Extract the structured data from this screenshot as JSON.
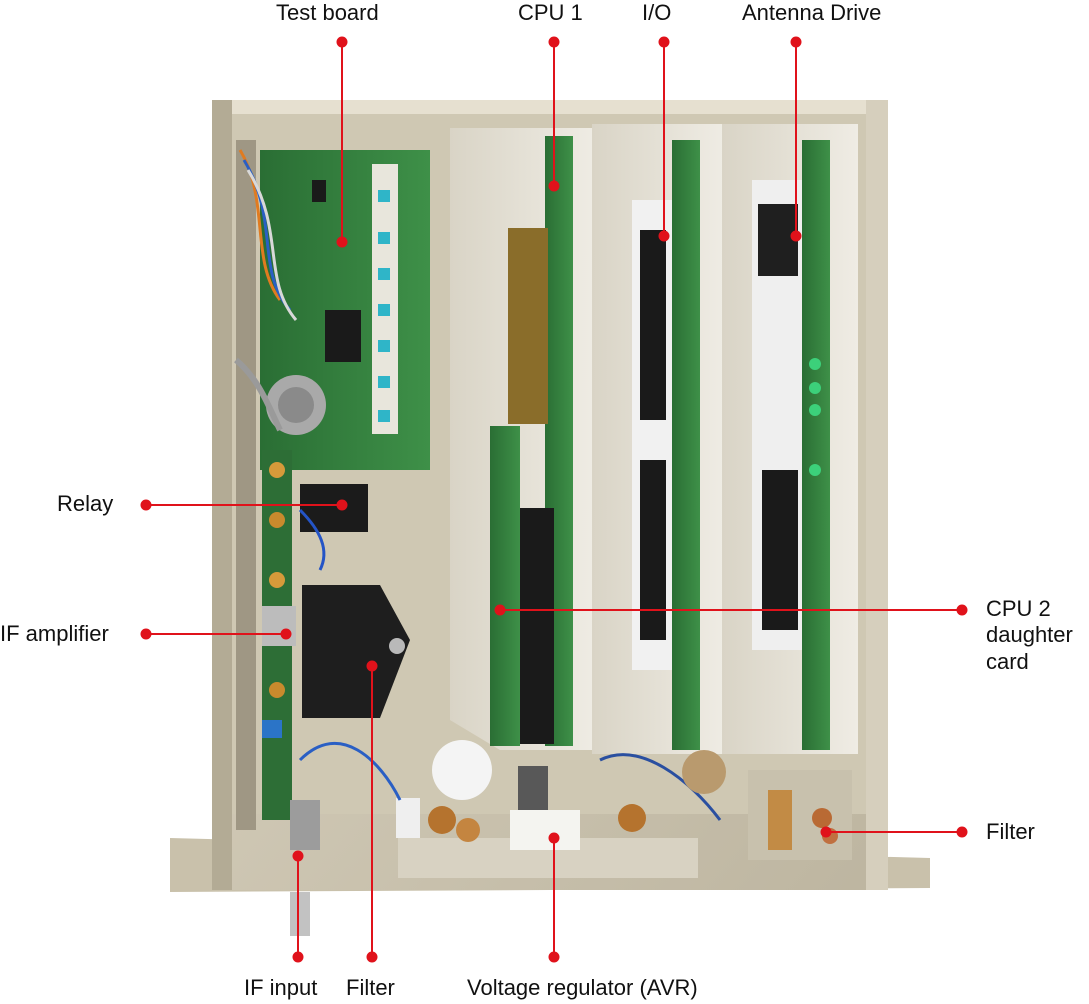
{
  "labels": {
    "test_board": "Test board",
    "cpu1": "CPU 1",
    "io": "I/O",
    "antenna_drive": "Antenna Drive",
    "relay": "Relay",
    "if_amplifier": "IF amplifier",
    "cpu2_line1": "CPU 2",
    "cpu2_line2": "daughter",
    "cpu2_line3": "card",
    "filter_right": "Filter",
    "if_input": "IF input",
    "filter_bottom": "Filter",
    "voltage_regulator": "Voltage regulator (AVR)"
  },
  "colors": {
    "leader": "#e0121b",
    "chassis": "#cfc8b4",
    "pcb_green": "#2f7d3a"
  }
}
